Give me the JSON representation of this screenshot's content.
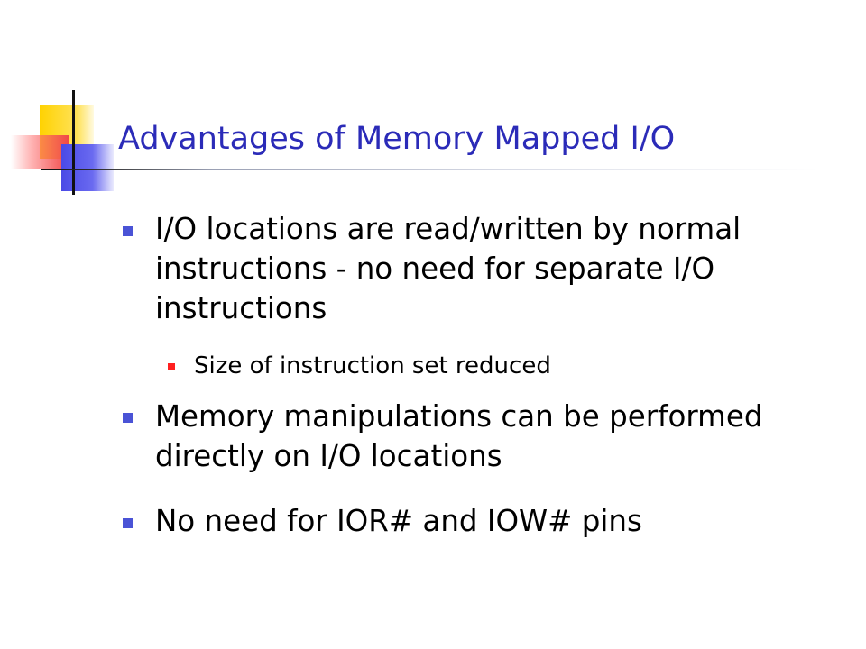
{
  "slide": {
    "title": "Advantages of Memory Mapped I/O",
    "bullets": [
      {
        "text": "I/O locations are read/written by normal instructions - no need for separate I/O instructions",
        "sub": [
          "Size of instruction set reduced"
        ]
      },
      {
        "text": "Memory manipulations can be performed directly on I/O locations"
      },
      {
        "text": "No need for IOR# and IOW# pins"
      }
    ]
  },
  "colors": {
    "title": "#2b2bb8",
    "bullet_level1": "#4a53d6",
    "bullet_level2": "#ff2020"
  },
  "icons": {
    "logo": "colored-squares-logo"
  }
}
